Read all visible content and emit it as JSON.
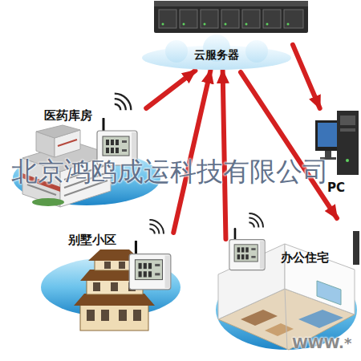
{
  "diagram": {
    "nodes": [
      {
        "text": [
          "云服务器"
        ]
      },
      {
        "text": [
          "医药库房"
        ]
      },
      {
        "text": [
          "PC"
        ]
      },
      {
        "text": [
          "别墅小区"
        ]
      },
      {
        "text": [
          "办公住宅"
        ]
      }
    ],
    "edges": [
      {
        "from": 1,
        "to": 0,
        "arrow": "to"
      },
      {
        "from": 3,
        "to": 0,
        "arrow": "to"
      },
      {
        "from": 4,
        "to": 0,
        "arrow": "to"
      },
      {
        "from": 0,
        "to": 2,
        "arrow": "to"
      }
    ],
    "labels": [
      "北京鸿鸥成运科技有限公司",
      "WWW.*"
    ]
  }
}
